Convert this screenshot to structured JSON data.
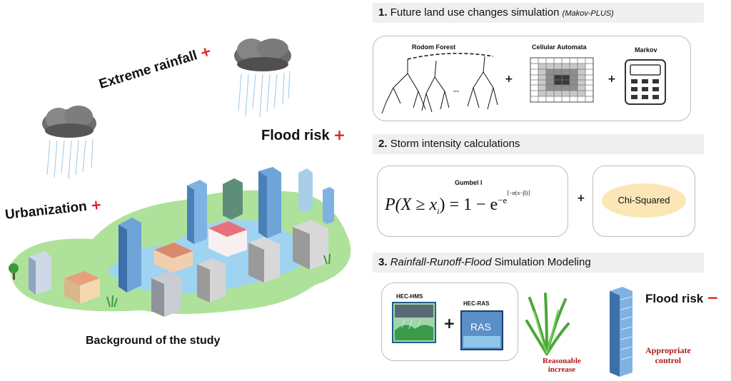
{
  "left": {
    "extreme_rainfall": "Extreme rainfall",
    "flood_risk": "Flood risk",
    "urbanization": "Urbanization",
    "plus": "+",
    "caption": "Background of the study"
  },
  "section1": {
    "number": "1.",
    "title": "Future land use changes simulation",
    "subtitle": "(Makov-PLUS)",
    "random_forest": "Rodom Forest",
    "cellular_automata": "Cellular Automata",
    "markov": "Markov",
    "plus": "+"
  },
  "section2": {
    "number": "2.",
    "title": "Storm intensity calculations",
    "gumbel": "Gumbel I",
    "formula_left": "P(X ≥ x",
    "formula_sub": "i",
    "formula_right": ") = 1 − e",
    "formula_exp": "−e",
    "formula_exp2": "[−α(x",
    "formula_exp2_tail": "−β)]",
    "chi_squared": "Chi-Squared",
    "plus": "+"
  },
  "section3": {
    "number": "3.",
    "title_italic": "Rainfall-Runoff-Flood",
    "title_rest": "Simulation Modeling",
    "hec_hms": "HEC-HMS",
    "hec_ras": "HEC-RAS",
    "ras": "RAS",
    "plus": "+",
    "reasonable": "Reasonable",
    "increase": "increase",
    "appropriate": "Appropriate",
    "control": "control",
    "flood_risk": "Flood risk",
    "minus": "−"
  },
  "colors": {
    "red": "#e21b1b",
    "darkred": "#b0181b",
    "island_green": "#aee29a",
    "water_blue": "#9fd3f2",
    "chi_fill": "#fbe7b6"
  }
}
